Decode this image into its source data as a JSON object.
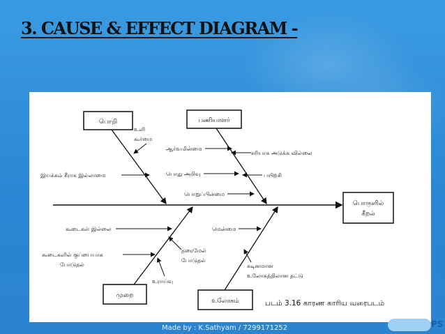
{
  "slide": {
    "title": "3. CAUSE & EFFECT DIAGRAM -",
    "footer": "Made by : K.Sathyam / 7299171252",
    "logo_text": "PS",
    "colors": {
      "background": "#2f8fd8",
      "panel": "#ffffff",
      "ink": "#111111"
    }
  },
  "diagram": {
    "categories": {
      "machine": "பொறி",
      "worker": "பணியாளர்",
      "method": "முறை",
      "metal": "உலோகம்"
    },
    "effect": {
      "line1": "பொருளில்",
      "line2": "கீறல்"
    },
    "causes": {
      "machine_1a": "உளி",
      "machine_1b": "கூர்மை",
      "machine_2": "இயக்கம் சீராக இல்லாமை",
      "worker_1": "ஆர்வமின்மை",
      "worker_2": "பொது அறிவு",
      "worker_3": "பொறுப்பின்மை",
      "worker_4": "சரியாக அடுக்க வில்லை",
      "worker_5": "பயிற்சி",
      "method_1": "கூடைகள் இல்லை",
      "method_2a": "கூடைகளில் குப்பையாக",
      "method_2b": "போடுதல்",
      "method_3a": "தரைமேல்",
      "method_3b": "போடுதல்",
      "method_4": "உராய்வு",
      "metal_1": "மென்மை",
      "metal_2a": "கடினமான",
      "metal_2b": "உலோகத்திலான தட்டு"
    },
    "caption": "படம் 3.16 காரண காரிய வரைபடம்"
  }
}
